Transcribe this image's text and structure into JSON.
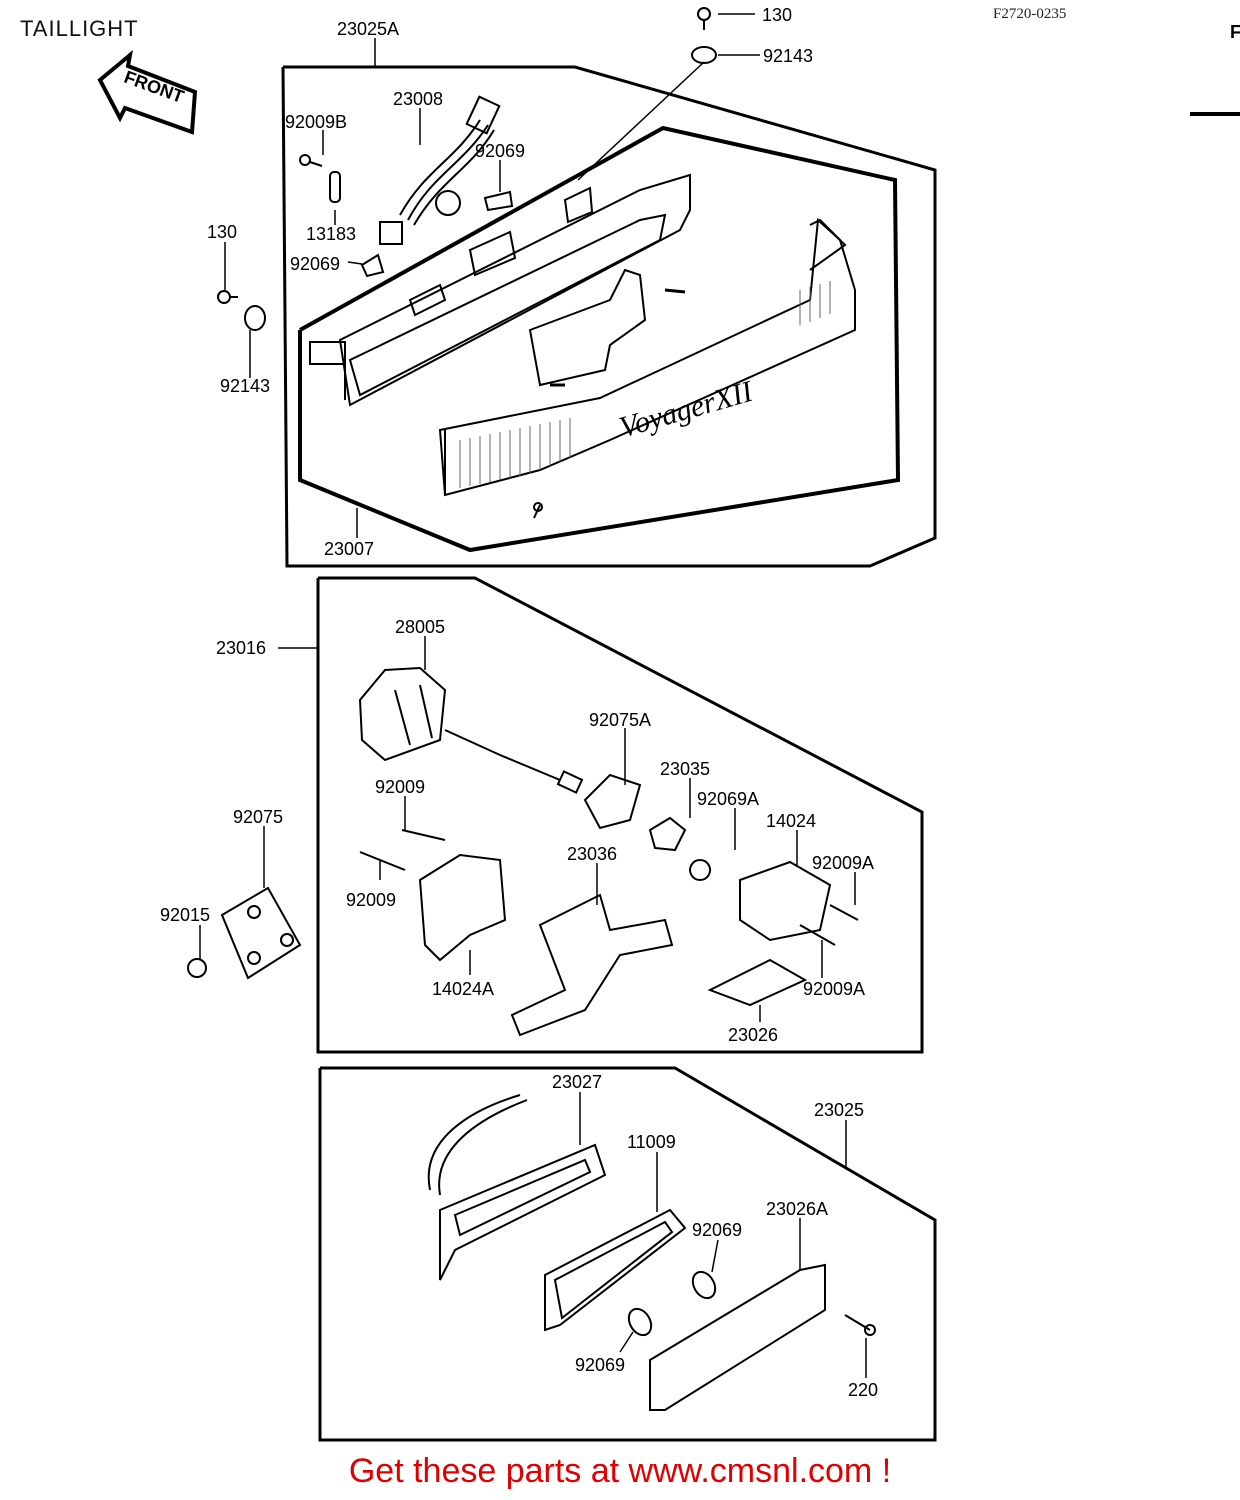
{
  "title": "TAILLIGHT",
  "figure_code": "F2720-0235",
  "front_arrow_label": "FRONT",
  "emblem_text": "VoyagerXII",
  "footer_text": "Get these parts at www.cmsnl.com !",
  "parts": {
    "p130_top": "130",
    "p92143_top": "92143",
    "p23025A": "23025A",
    "p23008": "23008",
    "p92009B": "92009B",
    "p92069_a": "92069",
    "p13183": "13183",
    "p92069_b": "92069",
    "p130_left": "130",
    "p92143_left": "92143",
    "p23007": "23007",
    "p23016": "23016",
    "p28005": "28005",
    "p92075A": "92075A",
    "p23035": "23035",
    "p92069A": "92069A",
    "p14024": "14024",
    "p92009A_a": "92009A",
    "p92009_a": "92009",
    "p92009_b": "92009",
    "p23036": "23036",
    "p92075": "92075",
    "p92015": "92015",
    "p14024A": "14024A",
    "p92009A_b": "92009A",
    "p23026": "23026",
    "p23027": "23027",
    "p11009": "11009",
    "p23025": "23025",
    "p92069_c": "92069",
    "p23026A": "23026A",
    "p92069_d": "92069",
    "p220": "220"
  }
}
